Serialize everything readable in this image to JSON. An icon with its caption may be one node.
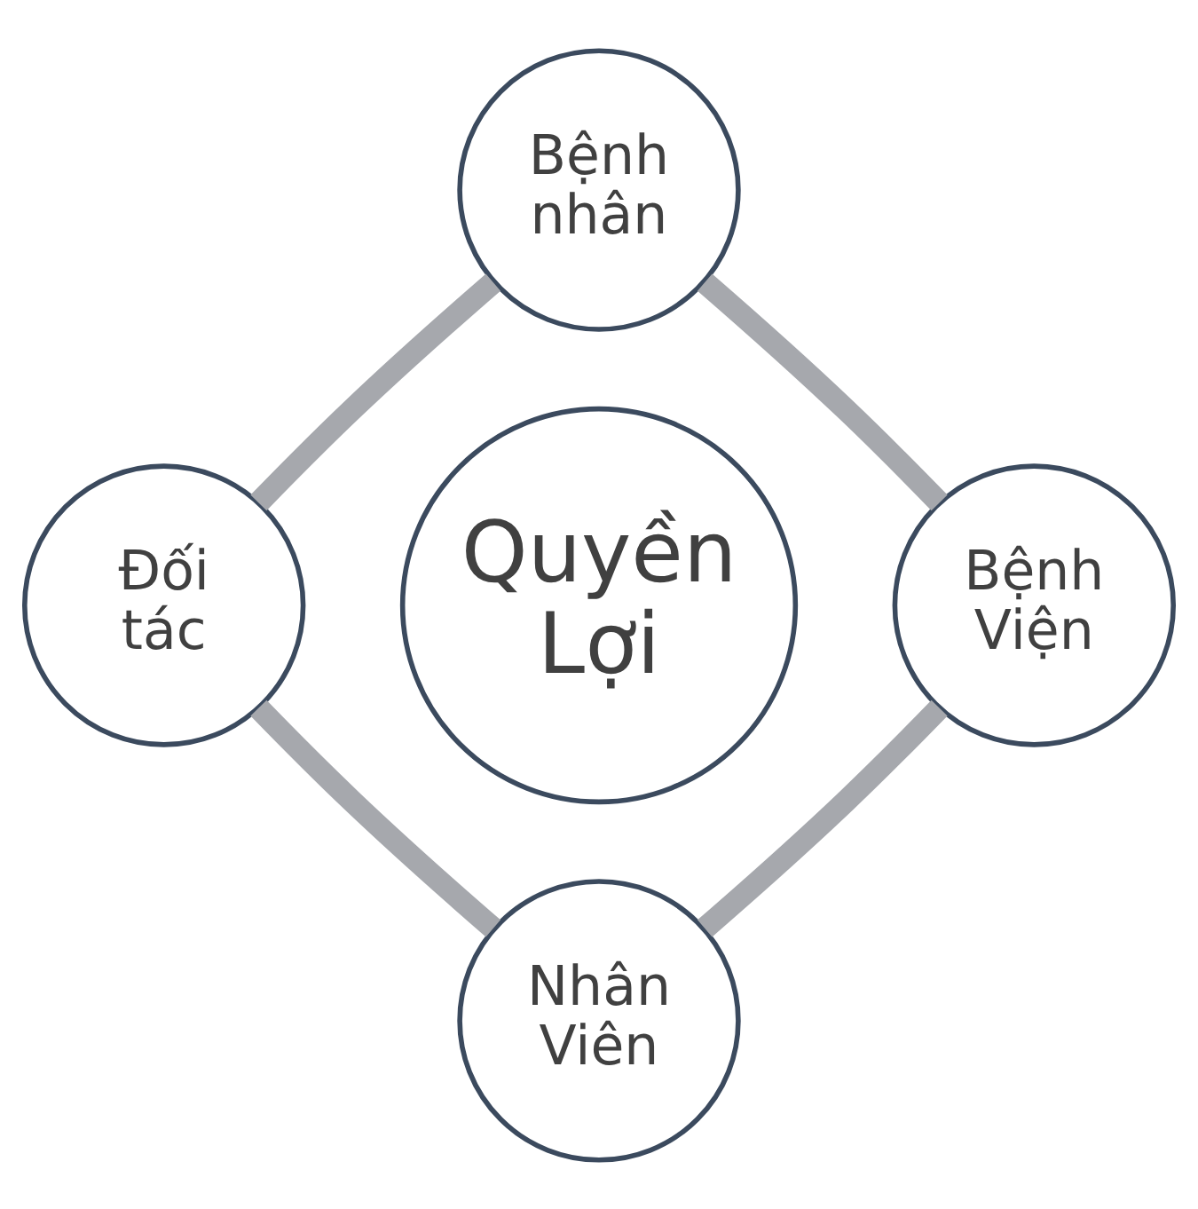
{
  "diagram": {
    "nodes": [
      {
        "text": [
          "Bệnh nhân"
        ]
      },
      {
        "text": [
          "Đối tác"
        ]
      },
      {
        "text": [
          "Quyền Lợi"
        ]
      },
      {
        "text": [
          "Bệnh Viện"
        ]
      },
      {
        "text": [
          "Nhân Viên"
        ]
      }
    ],
    "edges": [
      {
        "from": 0,
        "to": 3,
        "arrow": "none"
      },
      {
        "from": 3,
        "to": 4,
        "arrow": "none"
      },
      {
        "from": 4,
        "to": 1,
        "arrow": "none"
      },
      {
        "from": 1,
        "to": 0,
        "arrow": "none"
      }
    ]
  }
}
